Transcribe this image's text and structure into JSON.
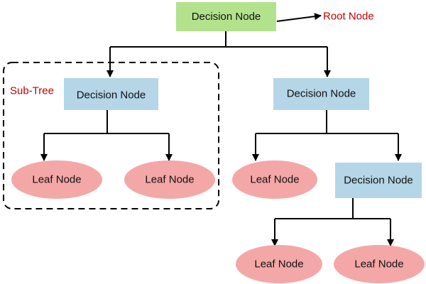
{
  "colors": {
    "root_fill": "#b3e28d",
    "decision_fill": "#b4d6e7",
    "leaf_fill": "#f4a7a7",
    "annotation_text": "#c00000",
    "line": "#000000"
  },
  "root": {
    "label": "Decision Node"
  },
  "annotations": {
    "root_node": "Root Node",
    "sub_tree": "Sub-Tree"
  },
  "left_branch": {
    "decision": "Decision Node",
    "leaves": [
      "Leaf Node",
      "Leaf Node"
    ]
  },
  "right_branch": {
    "decision": "Decision Node",
    "leaf": "Leaf Node",
    "decision_child": "Decision Node",
    "leaves": [
      "Leaf Node",
      "Leaf Node"
    ]
  }
}
